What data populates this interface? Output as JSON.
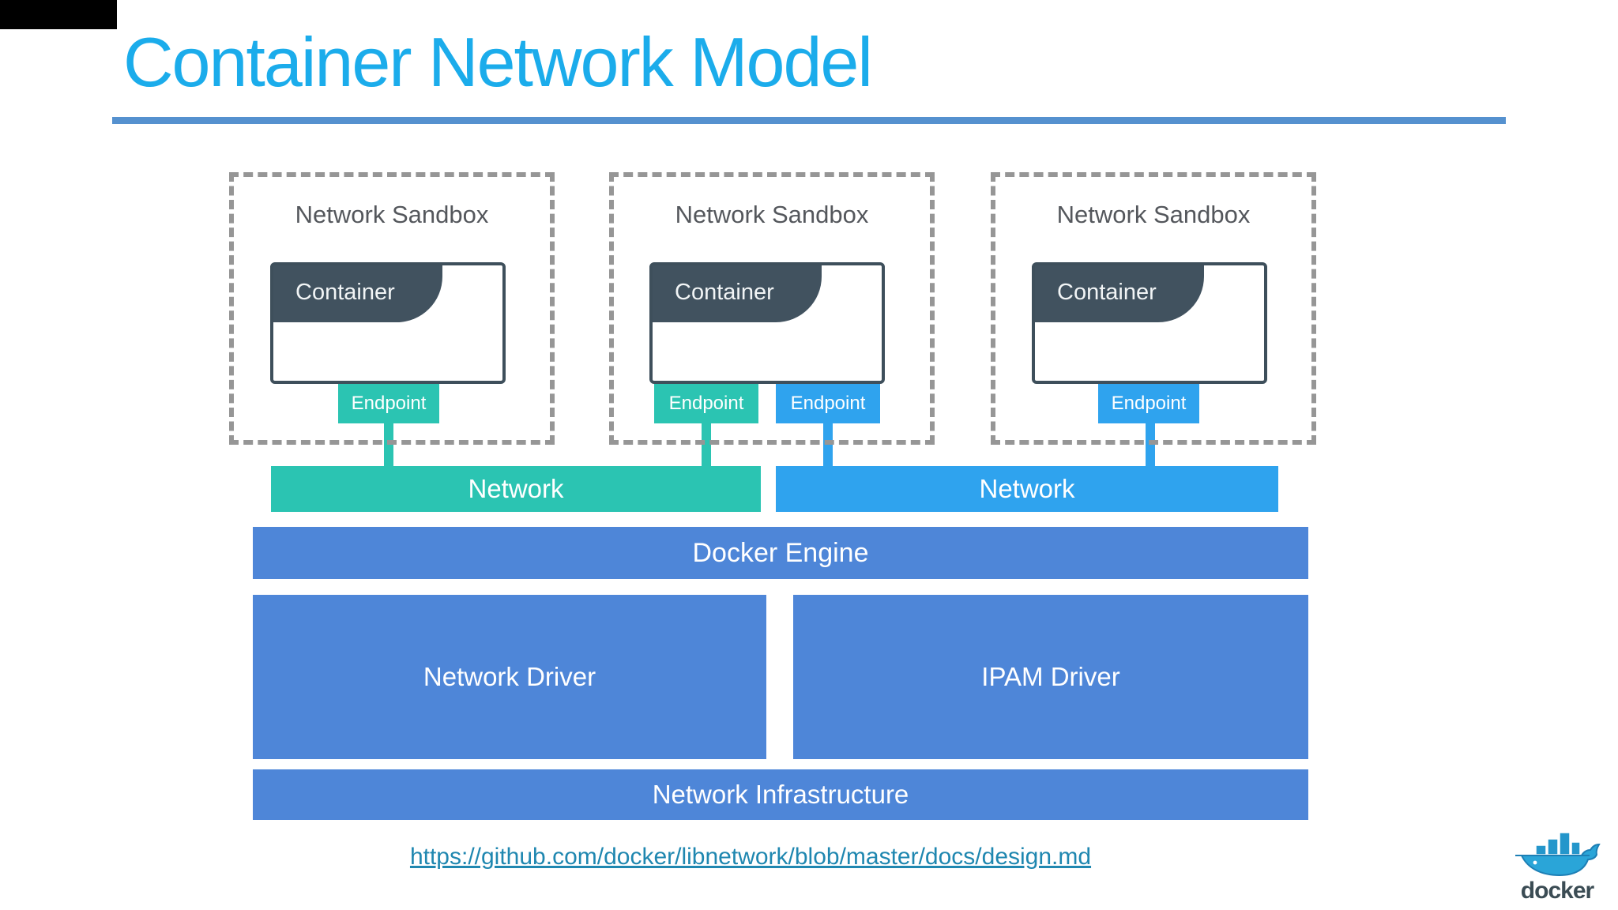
{
  "slide": {
    "background": "#ffffff",
    "top_left_artifact_color": "#000000"
  },
  "title": {
    "text": "Container Network Model",
    "color": "#1baceb",
    "underline_color": "#5591cf"
  },
  "sandboxes": [
    {
      "label": "Network Sandbox",
      "container": "Container"
    },
    {
      "label": "Network Sandbox",
      "container": "Container"
    },
    {
      "label": "Network Sandbox",
      "container": "Container"
    }
  ],
  "endpoints": {
    "label": "Endpoint",
    "teal_color": "#2bc4b2",
    "blue_color": "#2fa3ee"
  },
  "networks": [
    {
      "label": "Network",
      "color": "#2bc4b2"
    },
    {
      "label": "Network",
      "color": "#2fa3ee"
    }
  ],
  "engine": {
    "label": "Docker Engine",
    "color": "#4e86d8"
  },
  "drivers": [
    {
      "label": "Network Driver"
    },
    {
      "label": "IPAM Driver"
    }
  ],
  "infrastructure": {
    "label": "Network Infrastructure"
  },
  "footer": {
    "link_text": "https://github.com/docker/libnetwork/blob/master/docs/design.md",
    "link_color": "#1f87b0"
  },
  "logo": {
    "wordmark": "docker"
  }
}
